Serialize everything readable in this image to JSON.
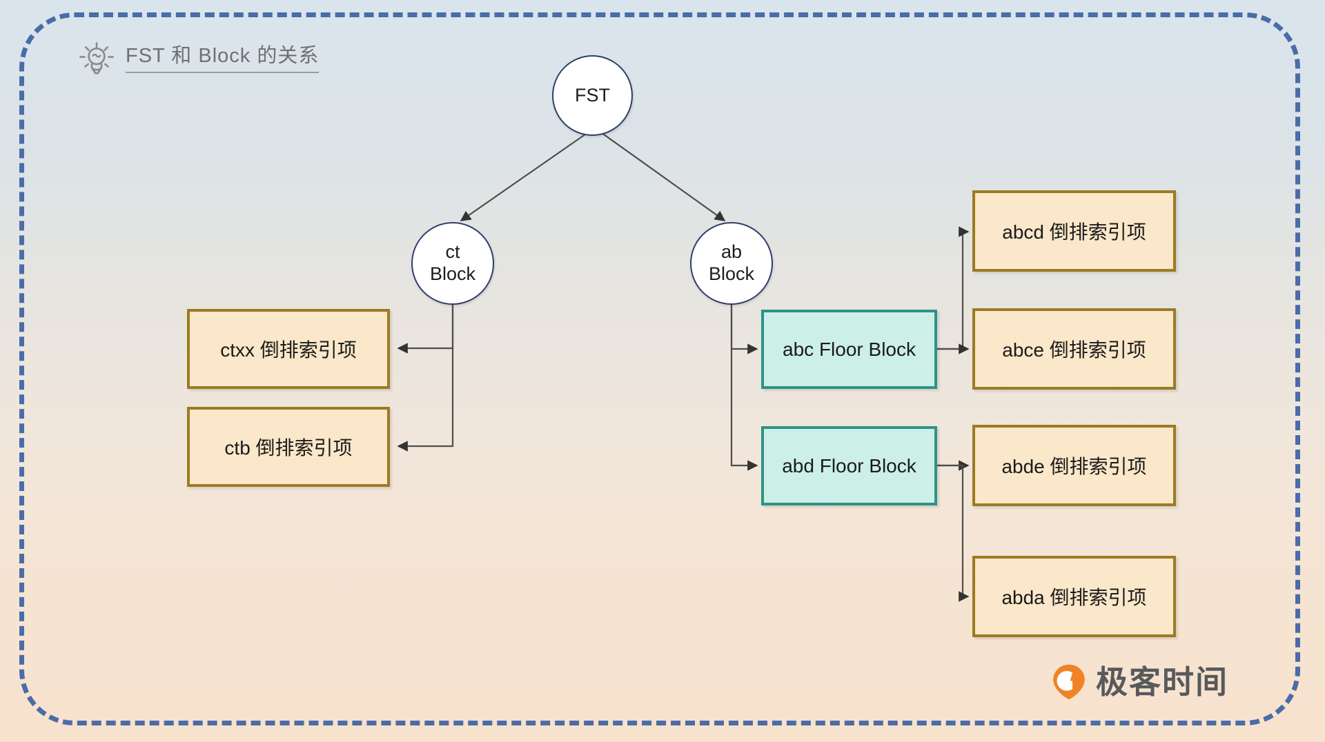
{
  "page": {
    "title": "FST 和 Block 的关系",
    "title_icon": "lightbulb-icon",
    "frame_color": "#4a6ca8"
  },
  "brand": {
    "name": "极客时间",
    "mark_icon": "geektime-logo-icon",
    "mark_color": "#f08326"
  },
  "palette": {
    "circle_border": "#2f3e6b",
    "orange_fill": "#fbe7c9",
    "orange_border": "#9b7b23",
    "teal_fill": "#ccefe7",
    "teal_border": "#2d9387",
    "wire": "#4d4d4d"
  },
  "diagram": {
    "type": "tree",
    "nodes": {
      "root": {
        "label": "FST",
        "shape": "circle"
      },
      "ct_block": {
        "label": "ct\nBlock",
        "line1": "ct",
        "line2": "Block",
        "shape": "circle"
      },
      "ab_block": {
        "label": "ab\nBlock",
        "line1": "ab",
        "line2": "Block",
        "shape": "circle"
      },
      "ctxx_posting": {
        "label": "ctxx 倒排索引项",
        "shape": "rect-orange"
      },
      "ctb_posting": {
        "label": "ctb 倒排索引项",
        "shape": "rect-orange"
      },
      "abc_floor": {
        "label": "abc Floor Block",
        "shape": "rect-teal"
      },
      "abd_floor": {
        "label": "abd Floor Block",
        "shape": "rect-teal"
      },
      "abcd_posting": {
        "label": "abcd 倒排索引项",
        "shape": "rect-orange"
      },
      "abce_posting": {
        "label": "abce 倒排索引项",
        "shape": "rect-orange"
      },
      "abde_posting": {
        "label": "abde 倒排索引项",
        "shape": "rect-orange"
      },
      "abda_posting": {
        "label": "abda 倒排索引项",
        "shape": "rect-orange"
      }
    },
    "edges": [
      {
        "from": "root",
        "to": "ct_block"
      },
      {
        "from": "root",
        "to": "ab_block"
      },
      {
        "from": "ct_block",
        "to": "ctxx_posting"
      },
      {
        "from": "ct_block",
        "to": "ctb_posting"
      },
      {
        "from": "ab_block",
        "to": "abc_floor"
      },
      {
        "from": "ab_block",
        "to": "abd_floor"
      },
      {
        "from": "abc_floor",
        "to": "abcd_posting"
      },
      {
        "from": "abc_floor",
        "to": "abce_posting"
      },
      {
        "from": "abd_floor",
        "to": "abde_posting"
      },
      {
        "from": "abd_floor",
        "to": "abda_posting"
      }
    ]
  }
}
